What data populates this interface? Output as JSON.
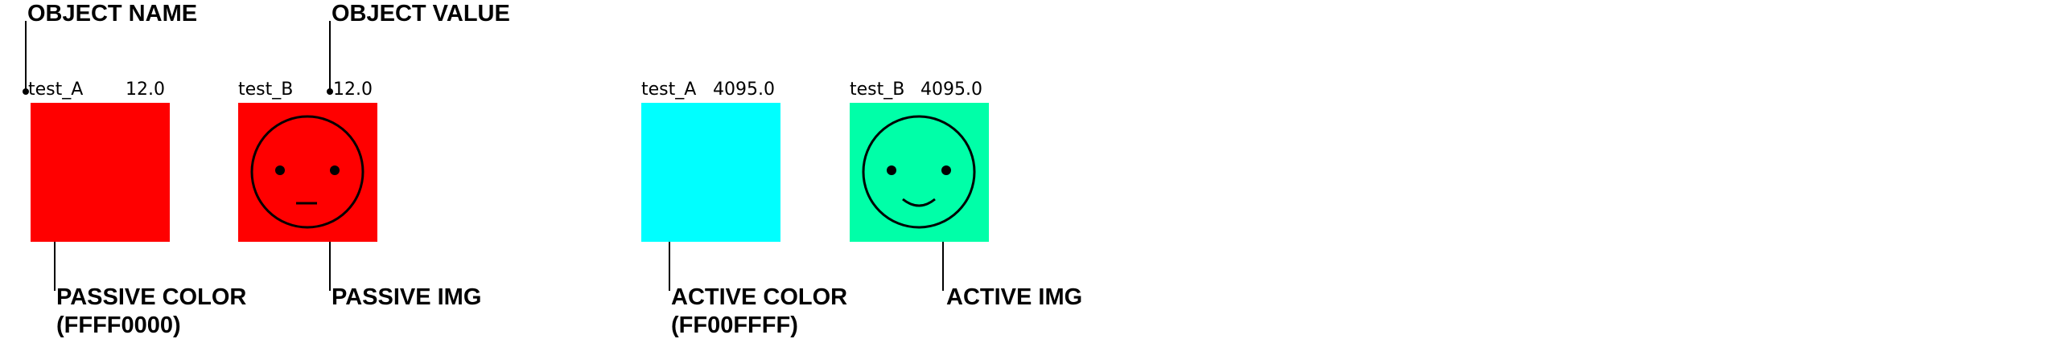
{
  "callouts": {
    "object_name": "OBJECT NAME",
    "object_value": "OBJECT VALUE",
    "passive_color_line1": "PASSIVE COLOR",
    "passive_color_line2": "(FFFF0000)",
    "passive_img": "PASSIVE IMG",
    "active_color_line1": "ACTIVE COLOR",
    "active_color_line2": "(FF00FFFF)",
    "active_img": "ACTIVE IMG"
  },
  "objects": [
    {
      "name": "test_A",
      "value": "12.0",
      "state": "passive",
      "fill": "#ff0000",
      "icon": "none"
    },
    {
      "name": "test_B",
      "value": "12.0",
      "state": "passive",
      "fill": "#ff0000",
      "icon": "neutral-face-icon"
    },
    {
      "name": "test_A",
      "value": "4095.0",
      "state": "active",
      "fill": "#00ffff",
      "icon": "none"
    },
    {
      "name": "test_B",
      "value": "4095.0",
      "state": "active",
      "fill": "#00ffa8",
      "icon": "smiley-face-icon"
    }
  ],
  "colors": {
    "passive": "#ff0000",
    "active_color": "#00ffff",
    "active_img_background": "#00ffa8",
    "ink": "#000000"
  }
}
